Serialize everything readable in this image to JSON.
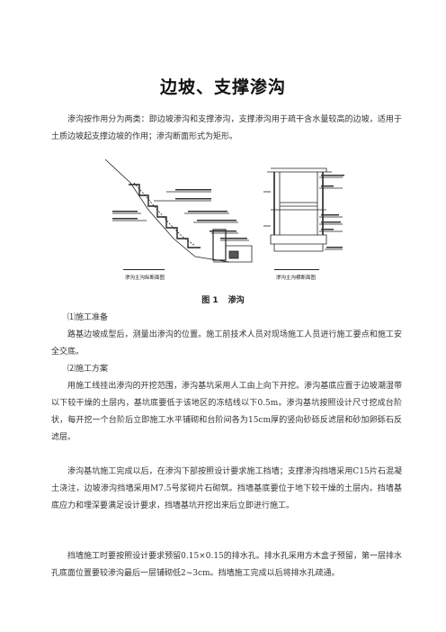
{
  "title": "边坡、支撑渗沟",
  "intro": "渗沟按作用分为两类：即边坡渗沟和支撑渗沟，支撑渗沟用于疏干含水量较高的边坡，适用于土质边坡起支撑边坡的作用；渗沟断面形式为矩形。",
  "figure": {
    "caption_num": "图 1",
    "caption_text": "渗沟",
    "left_panel_label": "渗沟主沟纵断面图",
    "right_panel_label": "渗沟主沟横断面图"
  },
  "sections": [
    {
      "heading": "⑴施工准备",
      "text": "路基边坡成型后，测量出渗沟的位置。施工前技术人员对现场施工人员进行施工要点和施工安全交底。"
    },
    {
      "heading": "⑵施工方案",
      "text": "用施工线挂出渗沟的开挖范围，渗沟基坑采用人工由上向下开挖。渗沟基底应置于边坡潮湿带以下较干燥的土层内，基坑底要低于该地区的冻结线以下0.5m。渗沟基坑按照设计尺寸挖成台阶状，每开挖一个台阶后立即施工水平铺砌和台阶间各为15cm厚的竖向砂砾反滤层和砂加卵砾石反滤层。"
    }
  ],
  "paragraphs": [
    "渗沟基坑施工完成以后，在渗沟下部按照设计要求施工挡墙；支撑渗沟挡墙采用C15片石混凝土浇注，边坡渗沟挡墙采用M7.5号浆砌片石砌筑。挡墙基底要位于地下较干燥的土层内，挡墙基底应力和埋深要满足设计要求，挡墙基坑开挖出来后立即进行施工。",
    "挡墙施工时要按照设计要求预留0.15×0.15的排水孔。排水孔采用方木盒子预留，第一层排水孔底面位置要较渗沟最后一层铺砌低2~3cm。挡墙施工完成以后将排水孔疏通。"
  ]
}
